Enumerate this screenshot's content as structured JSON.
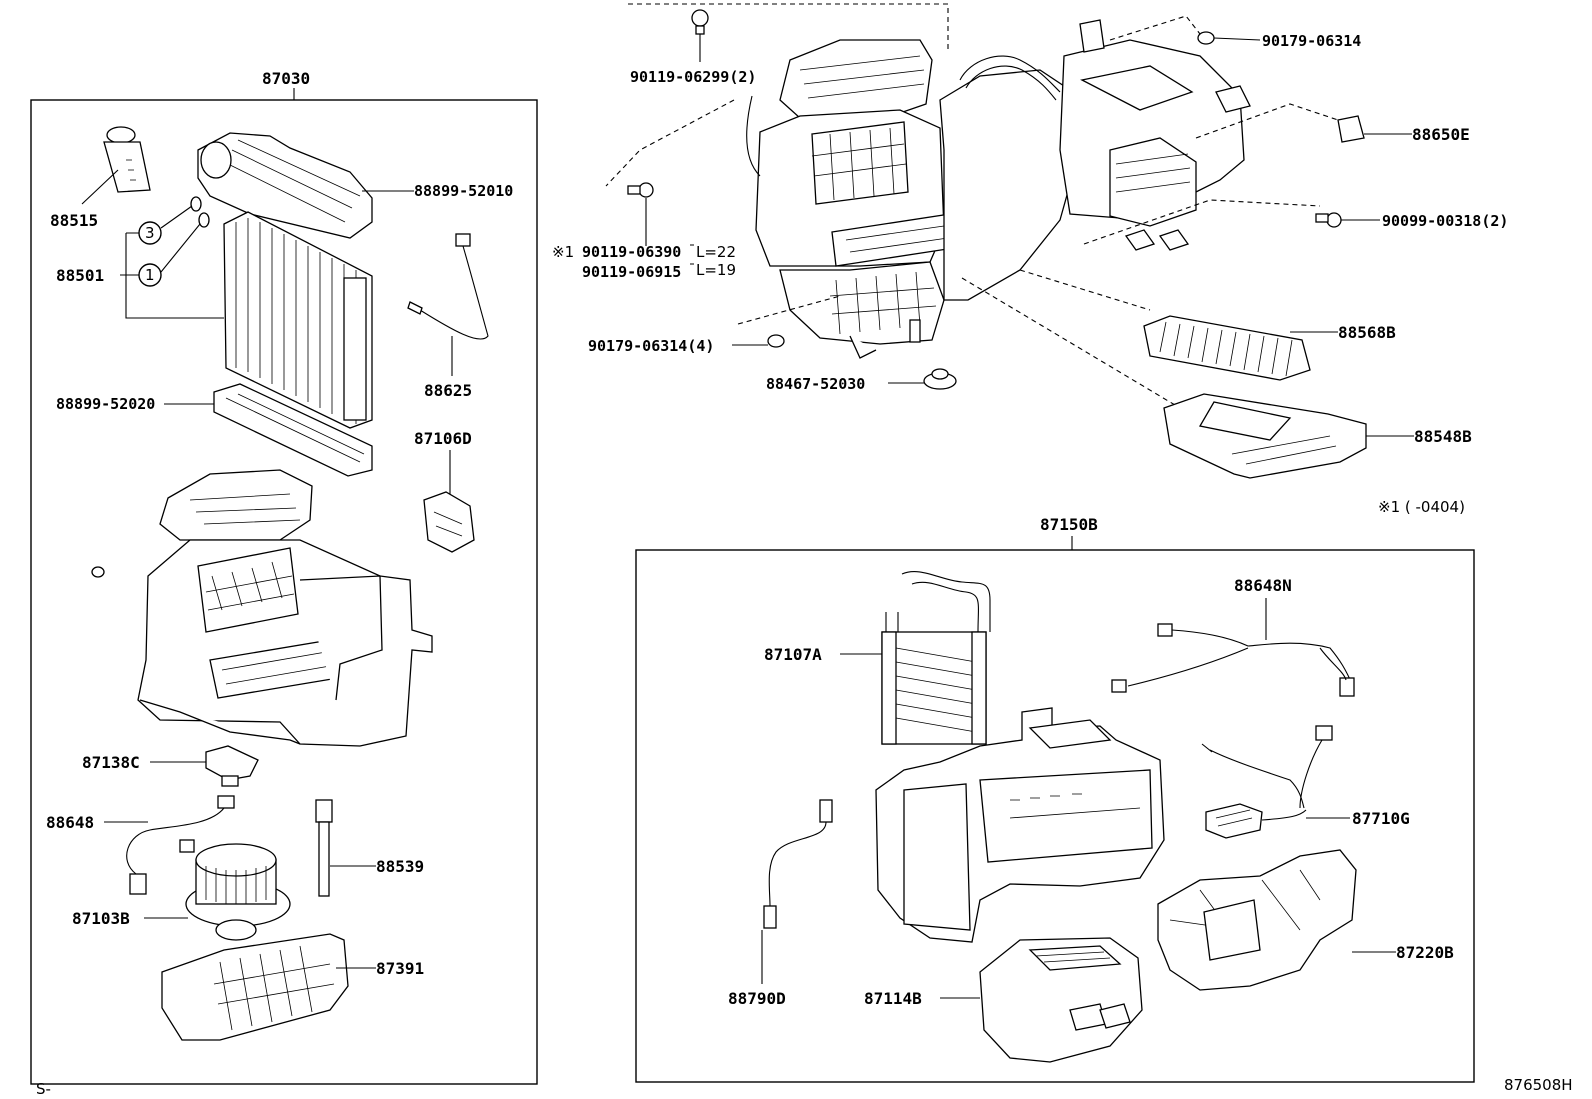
{
  "groups": {
    "left_assembly": "87030",
    "lower_right_assembly": "87150B"
  },
  "callouts": {
    "p88515": "88515",
    "p88501": "88501",
    "circle_3": "3",
    "circle_1": "1",
    "p88899_52010": "88899-52010",
    "p88899_52020": "88899-52020",
    "p88625": "88625",
    "p87106D": "87106D",
    "p87138C": "87138C",
    "p88648": "88648",
    "p88539": "88539",
    "p87103B": "87103B",
    "p87391": "87391",
    "p90119_06299": "90119-06299(2)",
    "p90179_06314_top": "90179-06314",
    "p88650E": "88650E",
    "p90119_06390": "90119-06390",
    "p90119_06390_note": "L=22",
    "p90119_06915": "90119-06915",
    "p90119_06915_note": "L=19",
    "p90099_00318": "90099-00318(2)",
    "p90179_06314_4": "90179-06314(4)",
    "p88568B": "88568B",
    "p88467_52030": "88467-52030",
    "p88548B": "88548B",
    "p88648N": "88648N",
    "p87107A": "87107A",
    "p87710G": "87710G",
    "p88790D": "88790D",
    "p87114B": "87114B",
    "p87220B": "87220B"
  },
  "notes": {
    "star_mark": "※1",
    "footnote": "※1 (      -0404)",
    "corner_left": "S-",
    "diagram_id": "876508H"
  }
}
